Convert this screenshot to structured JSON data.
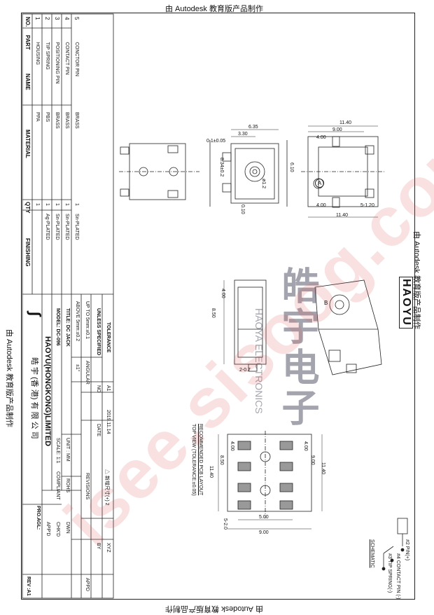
{
  "autodesk_top": "由 Autodesk 教育版产品制作",
  "autodesk_bottom": "由 Autodesk 教育版产品制作",
  "autodesk_left": "由 Autodesk 教育版产品制作",
  "autodesk_right": "由 Autodesk 教育版产品制作",
  "brand_logo": "HAOYU",
  "company_cn": "皓 宇 (香 港) 有 限 公 司",
  "company_en": "HAOYU(HONGKONG)LIMITED",
  "watermark_cn": "皓宇电子",
  "watermark_en": "HAOYA ELECTRONICS",
  "site_watermark": "isee.sisoog.com",
  "parts_header": {
    "no": "NO.",
    "part": "PART",
    "name": "NAME",
    "material": "MATERIAL",
    "qty": "QTY",
    "finishing": "FINISHING"
  },
  "parts": [
    {
      "no": "5",
      "name": "CONCTOR PIN",
      "material": "BRASS",
      "qty": "1",
      "finishing": "Sn-PLATED"
    },
    {
      "no": "4",
      "name": "CONTACT PIN",
      "material": "BRASS",
      "qty": "1",
      "finishing": "Sn-PLATED"
    },
    {
      "no": "3",
      "name": "POSITIONING PIN",
      "material": "BRASS",
      "qty": "1",
      "finishing": "Sn-PLATED"
    },
    {
      "no": "2",
      "name": "TIP SPRING",
      "material": "PBS",
      "qty": "1",
      "finishing": "Ag-PLATED"
    },
    {
      "no": "1",
      "name": "HOUSING",
      "material": "PPA",
      "qty": "1",
      "finishing": ""
    }
  ],
  "tolerance": {
    "title": "TOLERANCE",
    "unless": "UNLESS SPECIFIED",
    "up_to": "UP TO 5mm:±0.1",
    "above": "ABOVE 5mm:±0.2",
    "angular_label": "ANGULAR",
    "angular_value": "±1°"
  },
  "title_block": {
    "title": "TITLE: DC JACK",
    "model": "MODEL: DC-096",
    "scale": "SCALE: 1:1",
    "unit": "UNIT : MM",
    "rohs": "ROHS",
    "compliant": "COMPLIANT",
    "dwn": "DWN",
    "chkd": "CHK'D",
    "appd": "APP'D",
    "proagl": "PRO.AGL:",
    "rev": "REV :A1"
  },
  "revisions": {
    "no": "NO",
    "a1": "A1",
    "date_label": "DATE",
    "date": "2019.11.14",
    "title": "REVISIONS",
    "note": "△ 新增尺寸(+) 2",
    "by": "BY",
    "appd": "APPD",
    "xyz": "XYZ"
  },
  "schematic": {
    "title": "SCHEMATIC",
    "pin2": "#2 PIN(+)",
    "pin4": "#4 CONTACT PIN (-)",
    "pin3": "#3 TIP SPRING(-)"
  },
  "pcb_layout": {
    "line1": "RECOMMENDED PCB LAYOUT",
    "line2": "TOP VIEW (TOLERANCE:±0.05)"
  },
  "dims": {
    "d635": "6.35",
    "d330": "3.30",
    "d01": "0.1±0.05",
    "d834": "8.34±0.2",
    "d610": "6.10",
    "d12": "ø1.2",
    "d1140a": "11.40",
    "d900a": "9.00",
    "d400a": "4.00",
    "d400b": "4.00",
    "d51": "5-1.20",
    "d1140b": "11.40",
    "d400c": "4.00",
    "d850": "8.50",
    "d207": "2-0.7",
    "p400a": "4.00",
    "p850": "8.50",
    "p1140": "11.40",
    "p400b": "4.00",
    "p900": "9.00",
    "p1140b": "11.40",
    "p500": "5.00",
    "p900b": "9.00",
    "p52": "5-2.0",
    "flat": "0.10",
    "marker_a": "A",
    "marker_b": "B"
  }
}
